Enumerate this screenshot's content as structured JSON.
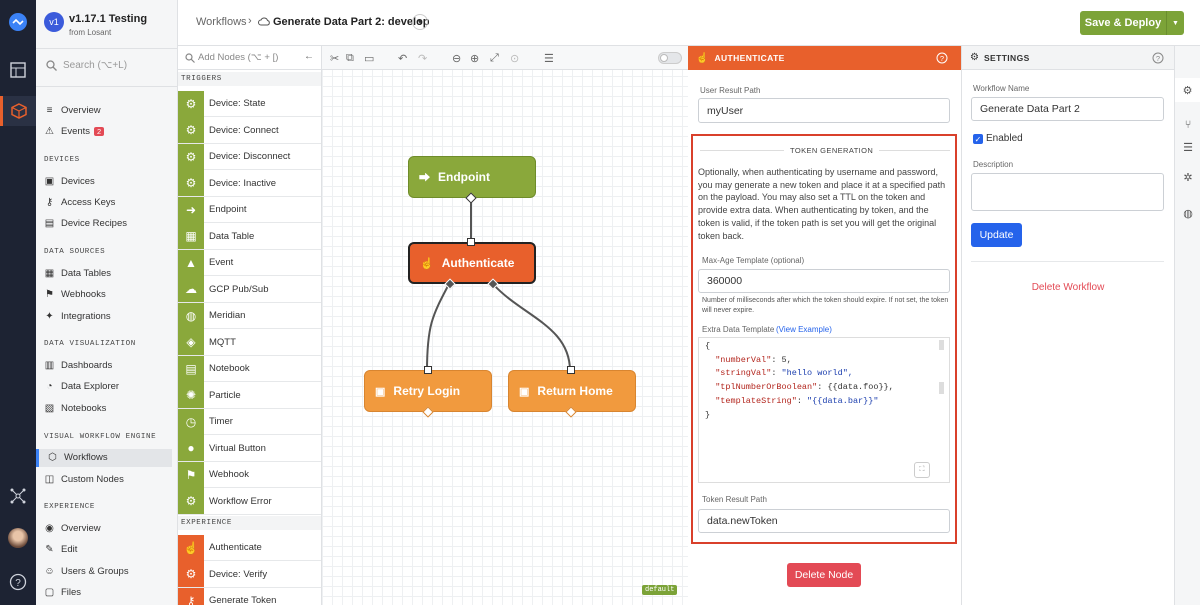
{
  "app": {
    "version_badge": "v1",
    "version": "v1.17.1 Testing",
    "org": "from Losant"
  },
  "sidebar": {
    "search_placeholder": "Search (⌥+L)",
    "items_top": [
      {
        "icon": "≡",
        "label": "Overview"
      },
      {
        "icon": "⚠",
        "label": "Events",
        "badge": "2"
      }
    ],
    "sections": [
      {
        "title": "DEVICES",
        "items": [
          {
            "icon": "▣",
            "label": "Devices"
          },
          {
            "icon": "⚷",
            "label": "Access Keys"
          },
          {
            "icon": "▤",
            "label": "Device Recipes"
          }
        ]
      },
      {
        "title": "DATA SOURCES",
        "items": [
          {
            "icon": "▦",
            "label": "Data Tables"
          },
          {
            "icon": "⚑",
            "label": "Webhooks"
          },
          {
            "icon": "✦",
            "label": "Integrations"
          }
        ]
      },
      {
        "title": "DATA VISUALIZATION",
        "items": [
          {
            "icon": "▥",
            "label": "Dashboards"
          },
          {
            "icon": "◔",
            "label": "Data Explorer"
          },
          {
            "icon": "▧",
            "label": "Notebooks"
          }
        ]
      },
      {
        "title": "VISUAL WORKFLOW ENGINE",
        "items": [
          {
            "icon": "⬡",
            "label": "Workflows",
            "active": true
          },
          {
            "icon": "◫",
            "label": "Custom Nodes"
          }
        ]
      },
      {
        "title": "EXPERIENCE",
        "items": [
          {
            "icon": "◉",
            "label": "Overview"
          },
          {
            "icon": "✎",
            "label": "Edit"
          },
          {
            "icon": "☺",
            "label": "Users & Groups"
          },
          {
            "icon": "▢",
            "label": "Files"
          }
        ]
      }
    ]
  },
  "topbar": {
    "breadcrumb_root": "Workflows",
    "breadcrumb_sep": "›",
    "workflow_name": "Generate Data Part 2: develop",
    "save_label": "Save & Deploy"
  },
  "palette": {
    "search_placeholder": "Add Nodes (⌥ + [)",
    "triggers_title": "TRIGGERS",
    "triggers": [
      {
        "icon": "⚙",
        "label": "Device: State"
      },
      {
        "icon": "⚙",
        "label": "Device: Connect"
      },
      {
        "icon": "⚙",
        "label": "Device: Disconnect"
      },
      {
        "icon": "⚙",
        "label": "Device: Inactive"
      },
      {
        "icon": "➜",
        "label": "Endpoint"
      },
      {
        "icon": "▦",
        "label": "Data Table"
      },
      {
        "icon": "▲",
        "label": "Event"
      },
      {
        "icon": "☁",
        "label": "GCP Pub/Sub"
      },
      {
        "icon": "◍",
        "label": "Meridian"
      },
      {
        "icon": "◈",
        "label": "MQTT"
      },
      {
        "icon": "▤",
        "label": "Notebook"
      },
      {
        "icon": "✺",
        "label": "Particle"
      },
      {
        "icon": "◷",
        "label": "Timer"
      },
      {
        "icon": "●",
        "label": "Virtual Button"
      },
      {
        "icon": "⚑",
        "label": "Webhook"
      },
      {
        "icon": "⚙",
        "label": "Workflow Error"
      }
    ],
    "experience_title": "EXPERIENCE",
    "experience": [
      {
        "icon": "☝",
        "label": "Authenticate"
      },
      {
        "icon": "⚙",
        "label": "Device: Verify"
      },
      {
        "icon": "⚷",
        "label": "Generate Token"
      }
    ]
  },
  "canvas": {
    "nodes": {
      "endpoint": "Endpoint",
      "authenticate": "Authenticate",
      "retry": "Retry Login",
      "return": "Return Home"
    },
    "default_badge": "default",
    "colors": {
      "green": "#8aa83b",
      "orange": "#e8602c",
      "light_orange": "#f19a3e"
    }
  },
  "props": {
    "title": "AUTHENTICATE",
    "user_result_label": "User Result Path",
    "user_result_value": "myUser",
    "token_section": "TOKEN GENERATION",
    "token_desc": "Optionally, when authenticating by username and password, you may generate a new token and place it at a specified path on the payload. You may also set a TTL on the token and provide extra data. When authenticating by token, and the token is valid, if the token path is set you will get the original token back.",
    "maxage_label": "Max-Age Template (optional)",
    "maxage_value": "360000",
    "maxage_help": "Number of milliseconds after which the token should expire. If not set, the token will never expire.",
    "extra_label": "Extra Data Template",
    "extra_link": "(View Example)",
    "code_lines": [
      {
        "t": "{"
      },
      {
        "k": "\"numberVal\"",
        "v": " 5,",
        "c": "num"
      },
      {
        "k": "\"stringVal\"",
        "v": " \"hello world\",",
        "c": "str"
      },
      {
        "k": "\"tplNumberOrBoolean\"",
        "v": " {{data.foo}},",
        "c": "plain"
      },
      {
        "k": "\"templateString\"",
        "v": " \"{{data.bar}}\"",
        "c": "str"
      },
      {
        "t": "}"
      }
    ],
    "token_result_label": "Token Result Path",
    "token_result_value": "data.newToken",
    "delete_node_label": "Delete Node"
  },
  "settings": {
    "title": "SETTINGS",
    "name_label": "Workflow Name",
    "name_value": "Generate Data Part 2",
    "enabled_label": "Enabled",
    "desc_label": "Description",
    "update_label": "Update",
    "delete_label": "Delete Workflow"
  }
}
